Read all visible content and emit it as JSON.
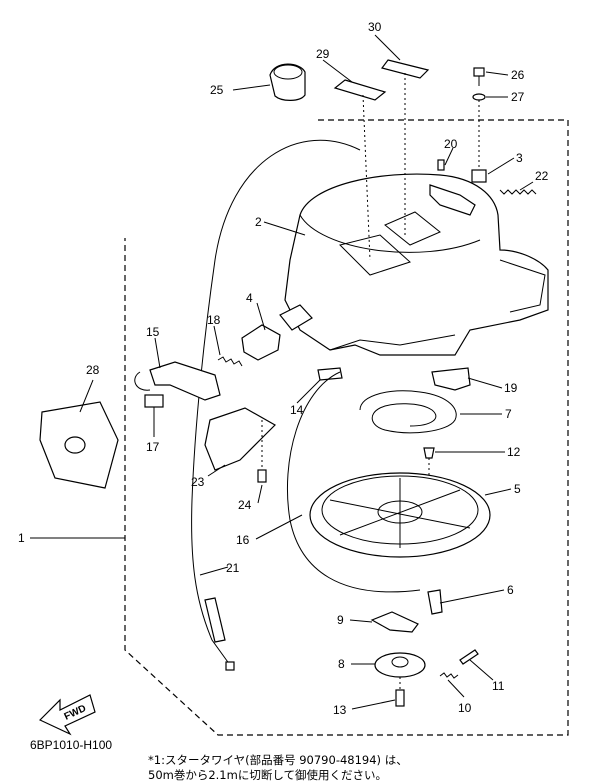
{
  "labels": {
    "p1": "1",
    "p2": "2",
    "p3": "3",
    "p4": "4",
    "p5": "5",
    "p6": "6",
    "p7": "7",
    "p8": "8",
    "p9": "9",
    "p10": "10",
    "p11": "11",
    "p12": "12",
    "p13": "13",
    "p14": "14",
    "p15": "15",
    "p16": "16",
    "p17": "17",
    "p18": "18",
    "p19": "19",
    "p20": "20",
    "p21": "21",
    "p22": "22",
    "p23": "23",
    "p24": "24",
    "p25": "25",
    "p26": "26",
    "p27": "27",
    "p28": "28",
    "p29": "29",
    "p30": "30"
  },
  "fwd_label": "FWD",
  "diagram_code": "6BP1010-H100",
  "note": {
    "line1": "*1:スタータワイヤ(部品番号 90790-48194) は、",
    "line2": "50m巻から2.1mに切断して御使用ください。"
  }
}
